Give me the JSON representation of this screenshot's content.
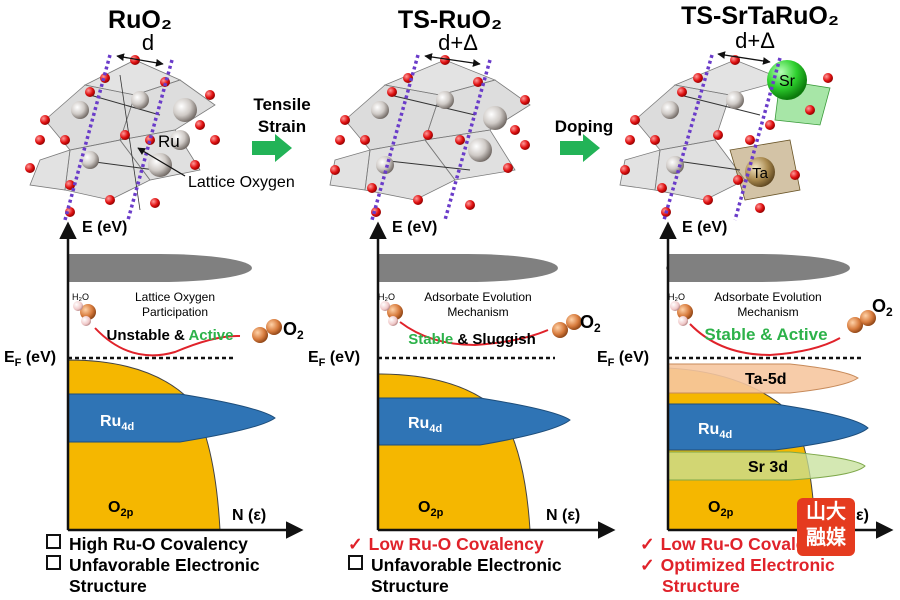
{
  "panels": [
    {
      "title": "RuO₂",
      "lattice_label": "d",
      "structure_labels": {
        "ru": "Ru",
        "lattice_oxygen": "Lattice Oxygen"
      },
      "axis_y": "E (eV)",
      "axis_x": "N (ε)",
      "fermi": "E",
      "fermi_sub": "F",
      "fermi_unit": " (eV)",
      "mechanism": [
        "Lattice Oxygen",
        "Participation"
      ],
      "h2o": "H₂O",
      "o2": "O₂",
      "o2_sub": "2",
      "stability_a": "Unstable",
      "stability_amp": " & ",
      "stability_b": "Active",
      "bands": {
        "ru4d": "Ru",
        "ru4d_sub": "4d",
        "o2p": "O",
        "o2p_sub": "2p"
      },
      "bullets": [
        {
          "mark": "box",
          "text": "High Ru-O Covalency",
          "red": false
        },
        {
          "mark": "box",
          "text": "Unfavorable Electronic",
          "red": false
        },
        {
          "mark": "none",
          "text": "Structure",
          "red": false
        }
      ]
    },
    {
      "title": "TS-RuO₂",
      "lattice_label": "d+Δ",
      "axis_y": "E (eV)",
      "axis_x": "N (ε)",
      "fermi": "E",
      "fermi_sub": "F",
      "fermi_unit": " (eV)",
      "mechanism": [
        "Adsorbate Evolution",
        "Mechanism"
      ],
      "h2o": "H₂O",
      "o2": "O",
      "o2_sub": "2",
      "stability_a": "Stable",
      "stability_amp": " & ",
      "stability_b": "Sluggish",
      "bands": {
        "ru4d": "Ru",
        "ru4d_sub": "4d",
        "o2p": "O",
        "o2p_sub": "2p"
      },
      "bullets": [
        {
          "mark": "check",
          "text": "Low Ru-O Covalency",
          "red": true
        },
        {
          "mark": "box",
          "text": "Unfavorable Electronic",
          "red": false
        },
        {
          "mark": "none",
          "text": "Structure",
          "red": false
        }
      ]
    },
    {
      "title": "TS-SrTaRuO₂",
      "lattice_label": "d+Δ",
      "structure_labels": {
        "sr": "Sr",
        "ta": "Ta"
      },
      "axis_y": "E (eV)",
      "axis_x": "ε)",
      "fermi": "E",
      "fermi_sub": "F",
      "fermi_unit": " (eV)",
      "mechanism": [
        "Adsorbate Evolution",
        "Mechanism"
      ],
      "h2o": "H₂O",
      "o2": "O",
      "o2_sub": "2",
      "stability": "Stable & Active",
      "bands": {
        "ta5d": "Ta-5d",
        "ru4d": "Ru",
        "ru4d_sub": "4d",
        "sr3d": "Sr 3d",
        "o2p": "O",
        "o2p_sub": "2p"
      },
      "bullets": [
        {
          "mark": "check",
          "text": "Low Ru-O Covalency",
          "red": true
        },
        {
          "mark": "check",
          "text": "Optimized Electronic",
          "red": true
        },
        {
          "mark": "none",
          "text": "Structure",
          "red": true
        }
      ]
    }
  ],
  "arrows": [
    {
      "line1": "Tensile",
      "line2": "Strain"
    },
    {
      "line1": "Doping"
    }
  ],
  "watermark": {
    "line1": "山大",
    "line2": "融媒"
  },
  "colors": {
    "o2p_band": "#f5b700",
    "ru4d_band": "#2f74b5",
    "ta5d_band": "#f6c6a0",
    "sr3d_band": "#c6e09a",
    "gray_band": "#808080",
    "green_text": "#2db24a",
    "red_text": "#e0222a",
    "arrow": "#22b357",
    "dotted": "#6a3cc9",
    "sr_atom": "#2fd12f"
  }
}
